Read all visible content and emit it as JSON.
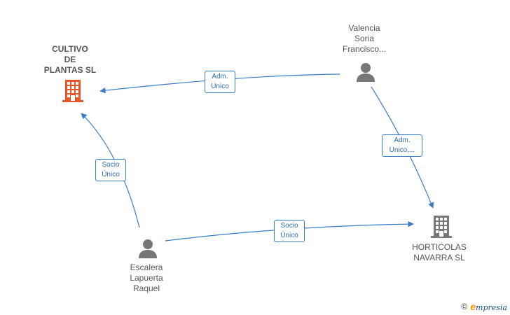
{
  "nodes": {
    "cultivo": {
      "lines": [
        "CULTIVO",
        "DE",
        "PLANTAS  SL"
      ],
      "kind": "company",
      "color": "#e8562a"
    },
    "valencia": {
      "lines": [
        "Valencia",
        "Soria",
        "Francisco..."
      ],
      "kind": "person",
      "color": "#777777"
    },
    "horticolas": {
      "lines": [
        "HORTICOLAS",
        "NAVARRA  SL"
      ],
      "kind": "company",
      "color": "#777777"
    },
    "escalera": {
      "lines": [
        "Escalera",
        "Lapuerta",
        "Raquel"
      ],
      "kind": "person",
      "color": "#777777"
    }
  },
  "edges": {
    "valencia_cultivo": {
      "lines": [
        "Adm.",
        "Unico"
      ]
    },
    "valencia_horticolas": {
      "lines": [
        "Adm.",
        "Unico,..."
      ]
    },
    "escalera_cultivo": {
      "lines": [
        "Socio",
        "Único"
      ]
    },
    "escalera_horticolas": {
      "lines": [
        "Socio",
        "Único"
      ]
    }
  },
  "colors": {
    "edge": "#3a7bc8"
  },
  "watermark": {
    "copyright": "©",
    "brand_initial": "e",
    "brand_rest": "mpresia"
  }
}
